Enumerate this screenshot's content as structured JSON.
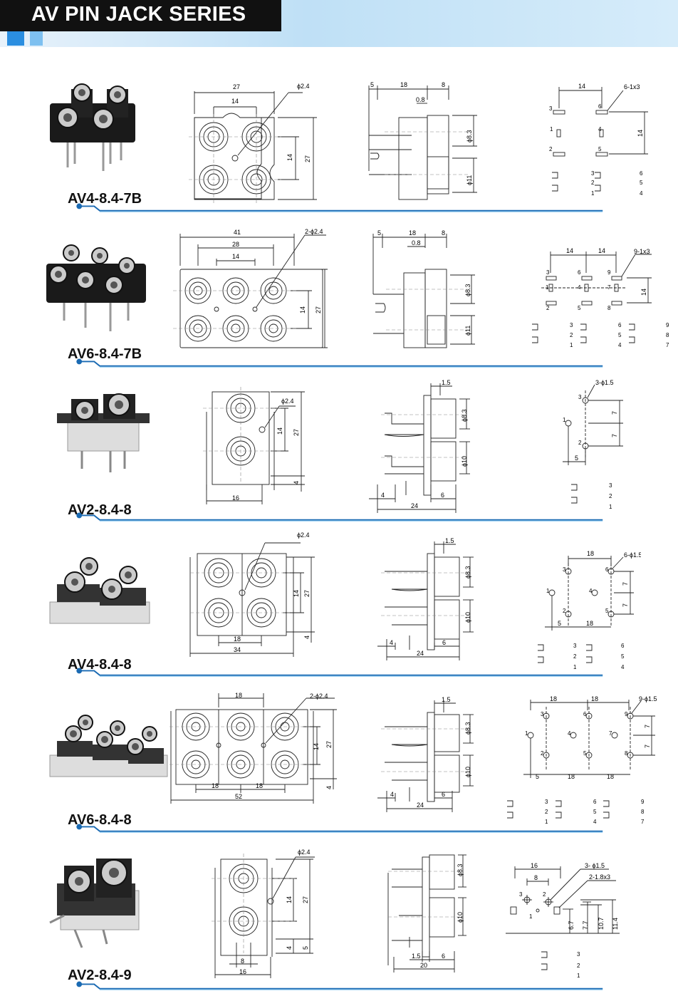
{
  "header": {
    "title": "AV PIN JACK SERIES"
  },
  "rows": [
    {
      "model": "AV4-8.4-7B",
      "front": {
        "w": "27",
        "c": "14",
        "d": "ϕ2.4",
        "v1": "14",
        "v2": "27"
      },
      "side": {
        "a": "5",
        "b": "18",
        "c": "8",
        "d": "0.8",
        "e": "ϕ8.3",
        "f": "ϕ11"
      },
      "pins": {
        "top": "14",
        "label": "6-1x3",
        "right": "14",
        "nums": [
          "3",
          "6",
          "1",
          "4",
          "2",
          "5"
        ],
        "sw": [
          "3",
          "2",
          "1",
          "6",
          "5",
          "4"
        ]
      }
    },
    {
      "model": "AV6-8.4-7B",
      "front": {
        "w": "41",
        "w2": "28",
        "c": "14",
        "d": "2-ϕ2.4",
        "v1": "14",
        "v2": "27"
      },
      "side": {
        "a": "5",
        "b": "18",
        "c": "8",
        "d": "0.8",
        "e": "ϕ8.3",
        "f": "ϕ11"
      },
      "pins": {
        "t1": "14",
        "t2": "14",
        "label": "9-1x3",
        "right": "14",
        "nums": [
          "3",
          "6",
          "9",
          "1",
          "4",
          "7",
          "2",
          "5",
          "8"
        ],
        "sw": [
          "3",
          "2",
          "1",
          "6",
          "5",
          "4",
          "9",
          "8",
          "7"
        ]
      }
    },
    {
      "model": "AV2-8.4-8",
      "front": {
        "d": "ϕ2.4",
        "v1": "14",
        "v2": "27",
        "v3": "4",
        "b": "16"
      },
      "side": {
        "a": "1.5",
        "e": "ϕ8.3",
        "f": "ϕ10",
        "g": "4",
        "h": "6",
        "w": "24"
      },
      "pins": {
        "label": "3-ϕ1.5",
        "v1": "7",
        "v2": "7",
        "b": "5",
        "nums": [
          "3",
          "1",
          "2"
        ],
        "sw": [
          "3",
          "2",
          "1"
        ]
      }
    },
    {
      "model": "AV4-8.4-8",
      "front": {
        "d": "ϕ2.4",
        "v1": "14",
        "v2": "27",
        "v3": "4",
        "b1": "18",
        "b2": "34"
      },
      "side": {
        "a": "1.5",
        "e": "ϕ8.3",
        "f": "ϕ10",
        "g": "4",
        "h": "6",
        "w": "24"
      },
      "pins": {
        "top": "18",
        "label": "6-ϕ1.5",
        "v1": "7",
        "v2": "7",
        "b1": "5",
        "b2": "18",
        "nums": [
          "3",
          "6",
          "1",
          "4",
          "2",
          "5"
        ],
        "sw": [
          "3",
          "2",
          "1",
          "6",
          "5",
          "4"
        ]
      }
    },
    {
      "model": "AV6-8.4-8",
      "front": {
        "t": "18",
        "d": "2-ϕ2.4",
        "v1": "14",
        "v2": "27",
        "v3": "4",
        "b1": "18",
        "b2": "18",
        "b3": "52"
      },
      "side": {
        "a": "1.5",
        "e": "ϕ8.3",
        "f": "ϕ10",
        "g": "4",
        "h": "6",
        "w": "24"
      },
      "pins": {
        "t1": "18",
        "t2": "18",
        "label": "9-ϕ1.5",
        "v1": "7",
        "v2": "7",
        "b1": "5",
        "b2": "18",
        "b3": "18",
        "nums": [
          "3",
          "6",
          "9",
          "1",
          "4",
          "7",
          "2",
          "5",
          "8"
        ],
        "sw": [
          "3",
          "2",
          "1",
          "6",
          "5",
          "4",
          "9",
          "8",
          "7"
        ]
      }
    },
    {
      "model": "AV2-8.4-9",
      "front": {
        "d": "ϕ2.4",
        "v1": "14",
        "v2": "27",
        "v3": "4",
        "v4": "5",
        "b1": "8",
        "b2": "16"
      },
      "side": {
        "e": "ϕ8.3",
        "f": "ϕ10",
        "a": "1.5",
        "h": "6",
        "w": "20"
      },
      "pins": {
        "t1": "16",
        "t2": "8",
        "label1": "3- ϕ1.5",
        "label2": "2-1.8x3",
        "v1": "6.7",
        "v2": "7.7",
        "v3": "10.7",
        "v4": "11.4",
        "nums": [
          "3",
          "2",
          "1"
        ],
        "sw": [
          "3",
          "2",
          "1"
        ]
      }
    }
  ],
  "colors": {
    "accent": "#1a6ab3",
    "accent_light": "#8cc8f0",
    "header_black": "#111111"
  }
}
